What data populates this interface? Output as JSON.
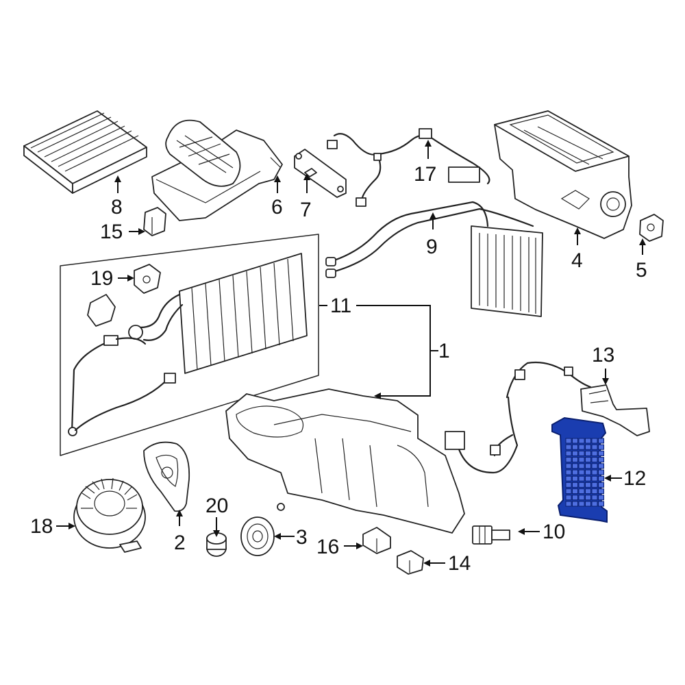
{
  "callouts": [
    {
      "id": "1",
      "text": "1"
    },
    {
      "id": "2",
      "text": "2"
    },
    {
      "id": "3",
      "text": "3"
    },
    {
      "id": "4",
      "text": "4"
    },
    {
      "id": "5",
      "text": "5"
    },
    {
      "id": "6",
      "text": "6"
    },
    {
      "id": "7",
      "text": "7"
    },
    {
      "id": "8",
      "text": "8"
    },
    {
      "id": "9",
      "text": "9"
    },
    {
      "id": "10",
      "text": "10"
    },
    {
      "id": "11",
      "text": "11"
    },
    {
      "id": "12",
      "text": "12"
    },
    {
      "id": "13",
      "text": "13"
    },
    {
      "id": "14",
      "text": "14"
    },
    {
      "id": "15",
      "text": "15"
    },
    {
      "id": "16",
      "text": "16"
    },
    {
      "id": "17",
      "text": "17"
    },
    {
      "id": "18",
      "text": "18"
    },
    {
      "id": "19",
      "text": "19"
    },
    {
      "id": "20",
      "text": "20"
    }
  ],
  "highlighted_part": "12",
  "colors": {
    "highlight": "#1a3db0",
    "line": "#222222",
    "background": "#ffffff"
  }
}
